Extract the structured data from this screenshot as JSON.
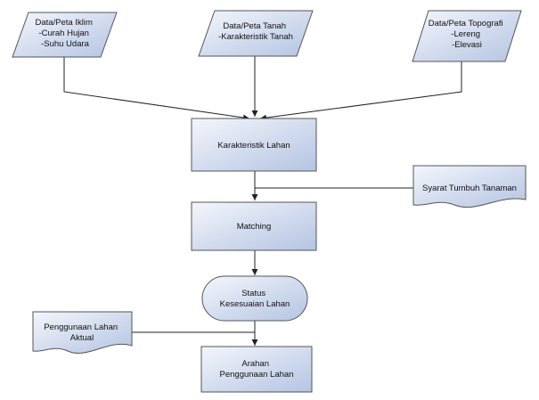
{
  "diagram": {
    "nodes": {
      "iklim": {
        "lines": [
          "Data/Peta Iklim",
          "-Curah Hujan",
          "-Suhu Udara"
        ]
      },
      "tanah": {
        "lines": [
          "Data/Peta Tanah",
          "-Karakteristik Tanah"
        ]
      },
      "topografi": {
        "lines": [
          "Data/Peta Topografi",
          "-Lereng",
          "-Elevasi"
        ]
      },
      "karakteristik": {
        "lines": [
          "Karakteristik Lahan"
        ]
      },
      "syarat": {
        "lines": [
          "Syarat Tumbuh Tanaman"
        ]
      },
      "matching": {
        "lines": [
          "Matching"
        ]
      },
      "status": {
        "lines": [
          "Status",
          "Kesesuaian Lahan"
        ]
      },
      "penggunaan": {
        "lines": [
          "Penggunaan Lahan",
          "Aktual"
        ]
      },
      "arahan": {
        "lines": [
          "Arahan",
          "Penggunaan Lahan"
        ]
      }
    },
    "colors": {
      "fill_light": "#eef2fa",
      "fill_dark": "#b7c6e3",
      "stroke": "#555555",
      "edge": "#222222"
    }
  }
}
